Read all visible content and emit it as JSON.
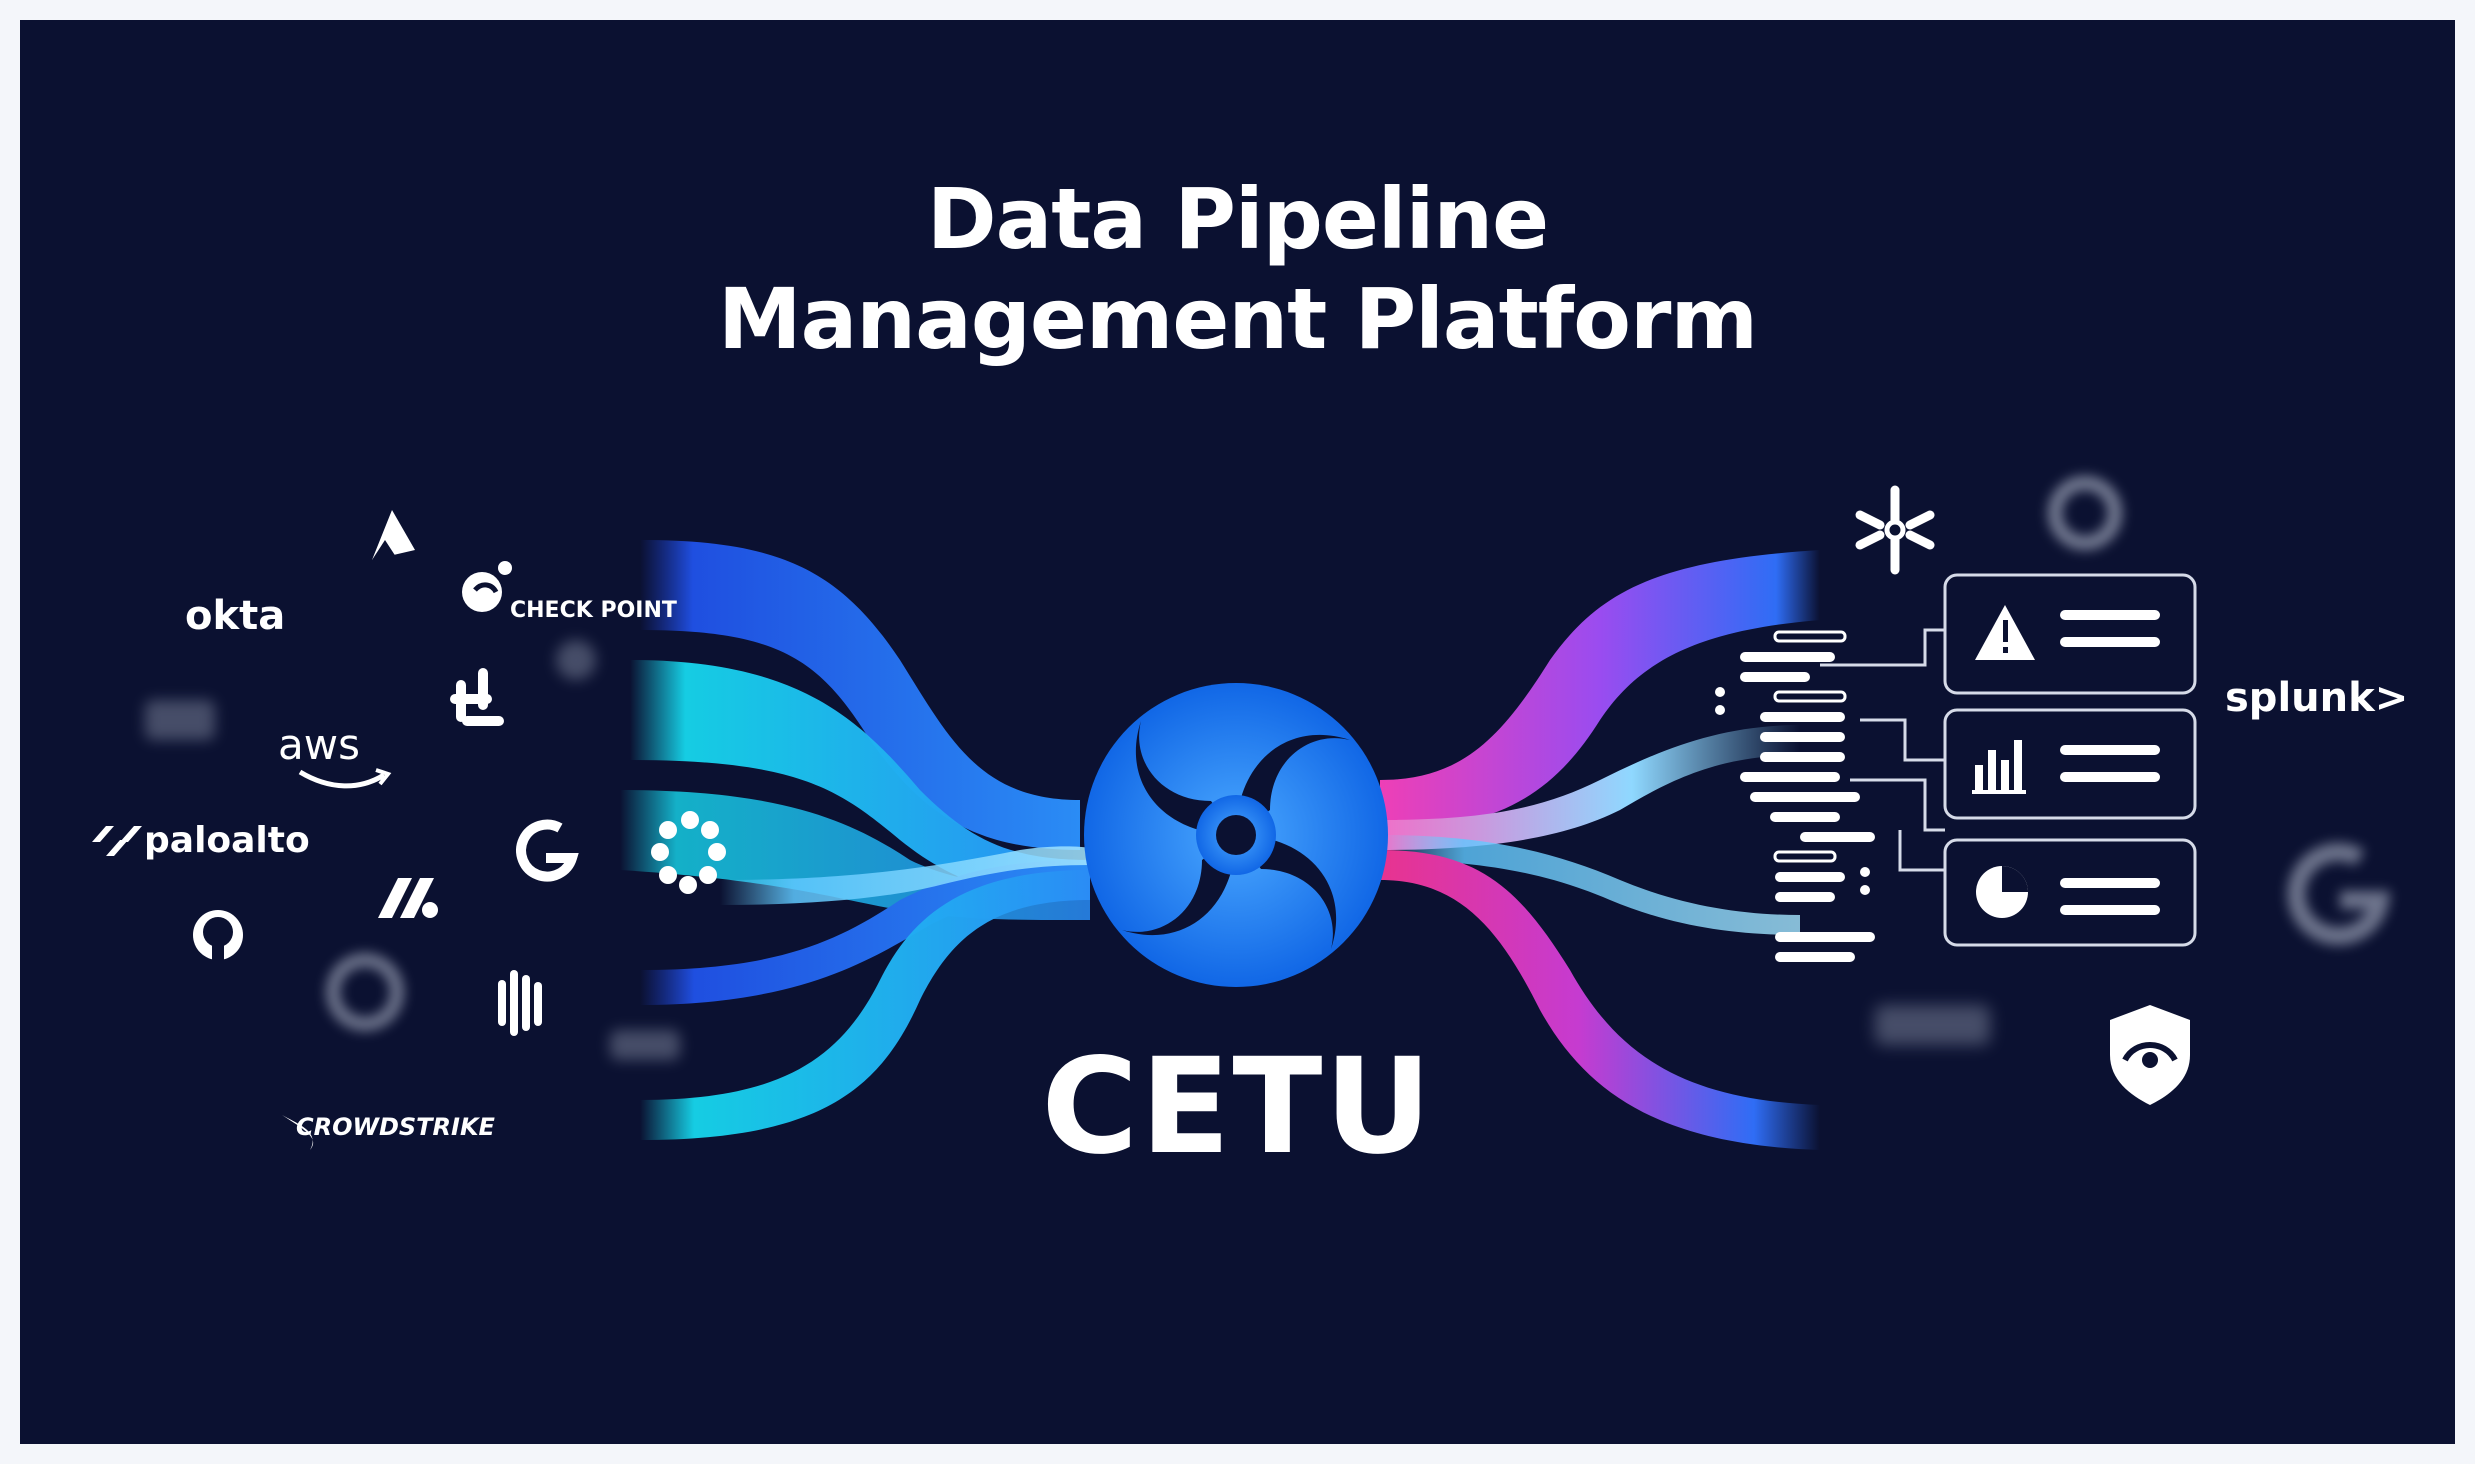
{
  "title": {
    "line1": "Data Pipeline",
    "line2": "Management Platform"
  },
  "brand": {
    "name": "CETU",
    "accent": "#1a7df0"
  },
  "colors": {
    "background": "#0b1131",
    "cyan": "#16d6ec",
    "blue": "#1f6df0",
    "magenta": "#ee3fb6",
    "violet": "#8c4cf0"
  },
  "sources": {
    "okta": "okta",
    "aws": "aws",
    "paloalto": "paloalto",
    "checkpoint": "CHECK POINT",
    "crowdstrike": "CROWDSTRIKE",
    "icons": [
      "triangle-logo-icon",
      "slack-icon",
      "google-icon",
      "github-icon",
      "slash-logo-icon",
      "bars-logo-icon",
      "ring-logo-icon"
    ]
  },
  "destinations": {
    "splunk": "splunk>",
    "icons": [
      "snowflake-icon",
      "alert-icon",
      "bar-chart-icon",
      "pie-chart-icon",
      "shield-eye-icon",
      "google-icon"
    ]
  }
}
